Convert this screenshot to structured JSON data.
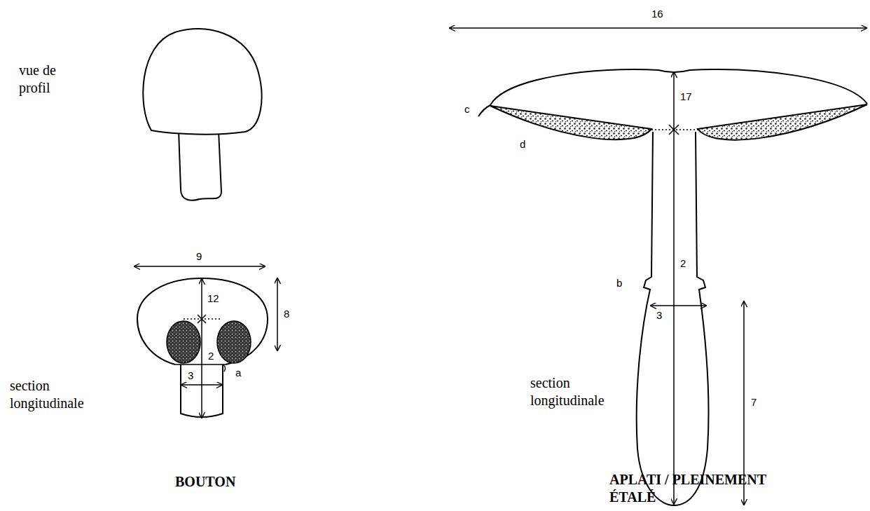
{
  "diagram": {
    "labels": [
      "vue de profil",
      "9",
      "12",
      "8",
      "2",
      "a",
      "3",
      "section longitudinale",
      "BOUTON",
      "16",
      "17",
      "c",
      "d",
      "2",
      "b",
      "3",
      "7",
      "section longitudinale",
      "APLATI / PLEINEMENT ÉTALÉ"
    ]
  }
}
